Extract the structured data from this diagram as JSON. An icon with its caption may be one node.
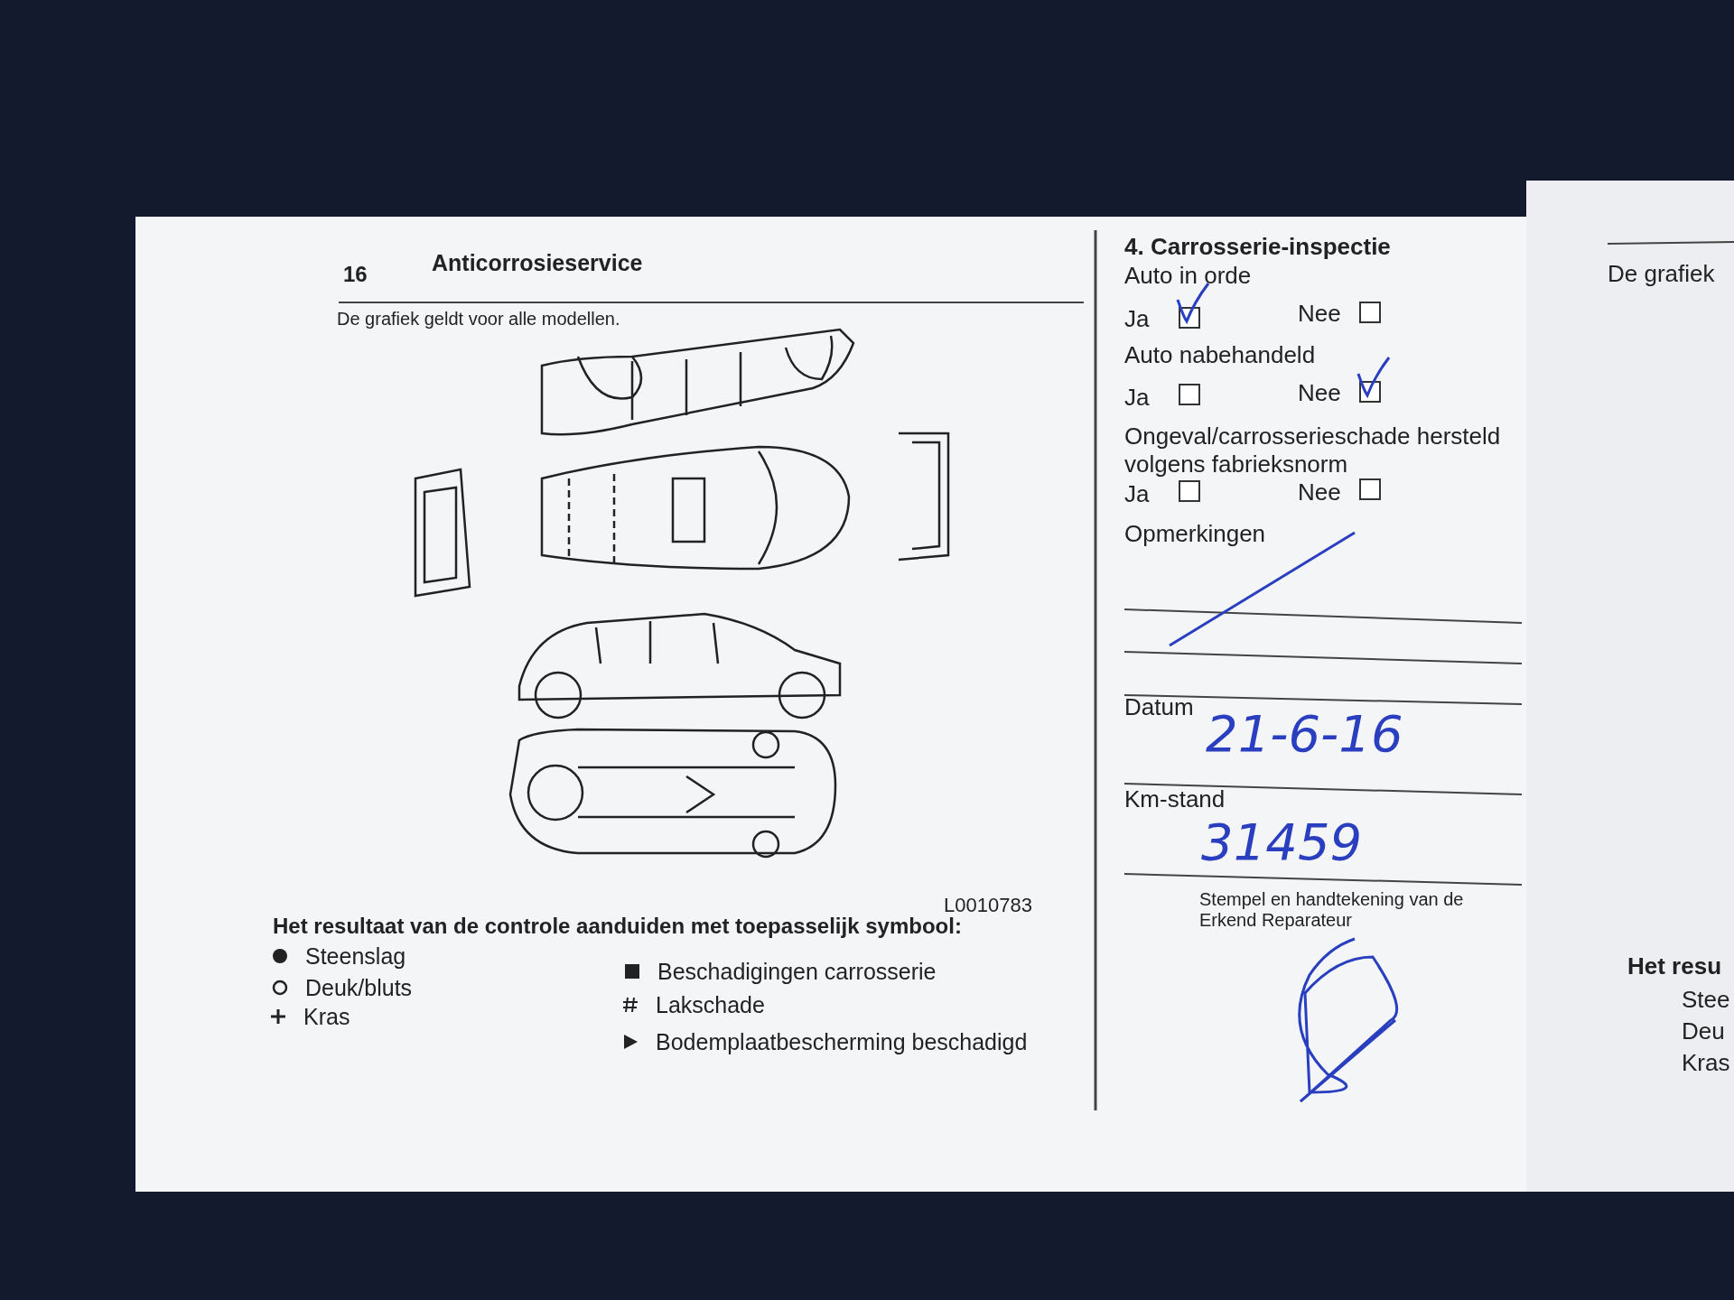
{
  "diagram": {
    "title": "Anticorrosieservice",
    "labels": [
      "16",
      "De grafiek geldt voor alle modellen.",
      "L0010783",
      "Het resultaat van de controle aanduiden met toepasselijk symbool:",
      "4. Carrosserie-inspectie",
      "Auto in orde",
      "Ja",
      "Nee",
      "Auto nabehandeld",
      "Ja",
      "Nee",
      "Ongeval/carrosserieschade hersteld volgens fabrieksnorm",
      "Ja",
      "Nee",
      "Opmerkingen",
      "Datum",
      "21-6-16",
      "Km-stand",
      "31459",
      "Stempel en handtekening van de Erkend Reparateur",
      "De grafiek",
      "Het resu",
      "Stee",
      "Deu",
      "Kras"
    ],
    "legend": [
      {
        "text": "Steenslag"
      },
      {
        "text": "Deuk/bluts"
      },
      {
        "text": "Kras"
      },
      {
        "text": "Beschadigingen carrosserie"
      },
      {
        "text": "Lakschade"
      },
      {
        "text": "Bodemplaatbescherming beschadigd"
      }
    ]
  }
}
